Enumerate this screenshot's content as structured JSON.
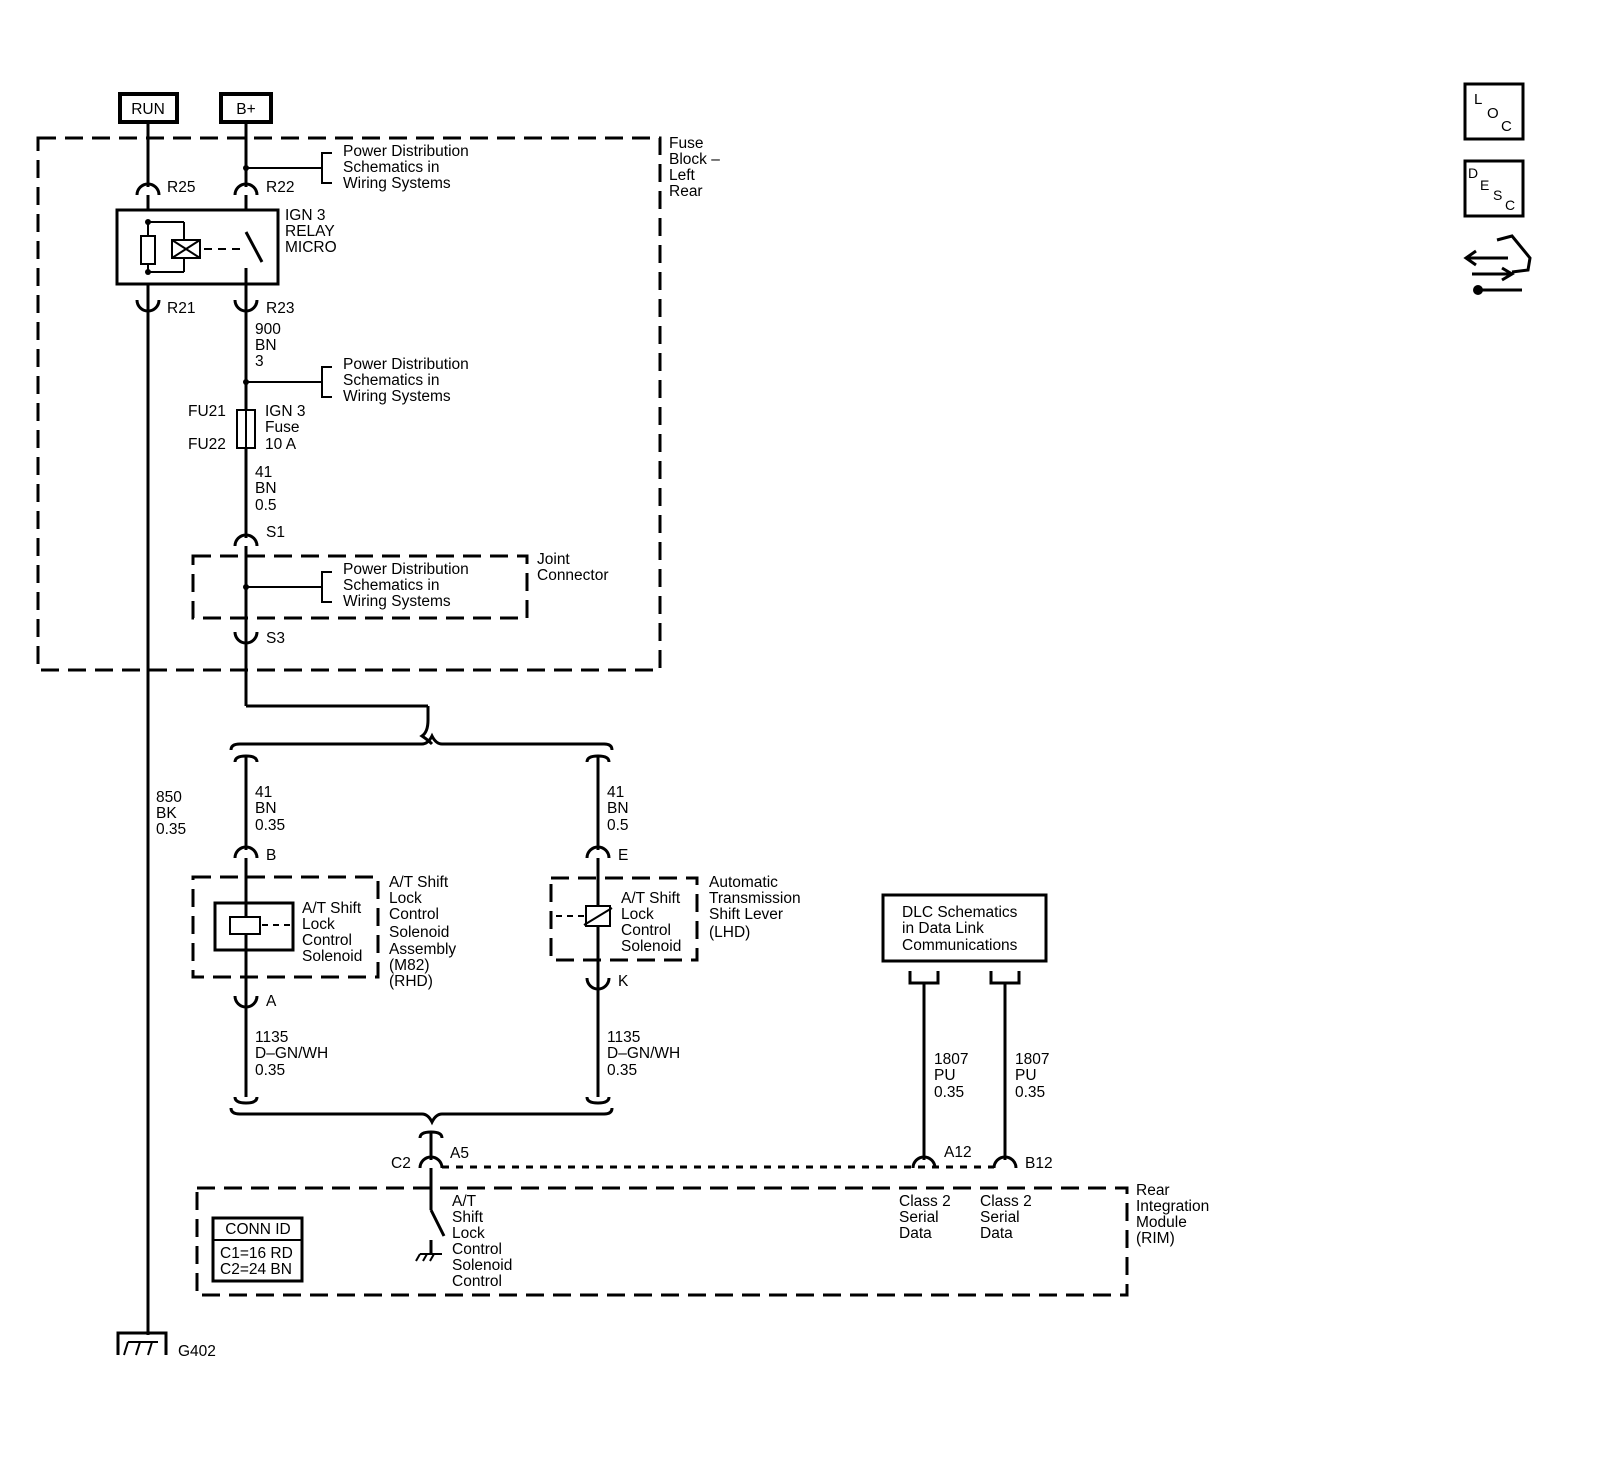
{
  "terminals": {
    "run": "RUN",
    "bplus": "B+"
  },
  "fuse_block": {
    "name": [
      "Fuse",
      "Block –",
      "Left",
      "Rear"
    ],
    "pins": {
      "r25": "R25",
      "r22": "R22",
      "r21": "R21",
      "r23": "R23"
    },
    "relay": [
      "IGN 3",
      "RELAY",
      "MICRO"
    ],
    "fuse_pins": {
      "fu21": "FU21",
      "fu22": "FU22"
    },
    "fuse": [
      "IGN 3",
      "Fuse",
      "10 A"
    ],
    "wire_900": [
      "900",
      "BN",
      "3"
    ],
    "wire_41": [
      "41",
      "BN",
      "0.5"
    ],
    "splices": {
      "s1": "S1",
      "s3": "S3"
    },
    "joint_connector": [
      "Joint",
      "Connector"
    ]
  },
  "power_distribution_ref": [
    "Power Distribution",
    "Schematics in",
    "Wiring Systems"
  ],
  "ground_wire": [
    "850",
    "BK",
    "0.35"
  ],
  "ground": "G402",
  "left_branch": {
    "wire_in": [
      "41",
      "BN",
      "0.35"
    ],
    "pin_in": "B",
    "solenoid": [
      "A/T Shift",
      "Lock",
      "Control",
      "Solenoid"
    ],
    "assembly": [
      "A/T Shift",
      "Lock",
      "Control",
      "Solenoid",
      "Assembly",
      "(M82)",
      "(RHD)"
    ],
    "pin_out": "A",
    "wire_out": [
      "1135",
      "D–GN/WH",
      "0.35"
    ]
  },
  "right_branch": {
    "wire_in": [
      "41",
      "BN",
      "0.5"
    ],
    "pin_in": "E",
    "solenoid": [
      "A/T Shift",
      "Lock",
      "Control",
      "Solenoid"
    ],
    "assembly": [
      "Automatic",
      "Transmission",
      "Shift Lever",
      "(LHD)"
    ],
    "pin_out": "K",
    "wire_out": [
      "1135",
      "D–GN/WH",
      "0.35"
    ]
  },
  "dlc": {
    "label": [
      "DLC Schematics",
      "in Data Link",
      "Communications"
    ],
    "wire_a": [
      "1807",
      "PU",
      "0.35"
    ],
    "wire_b": [
      "1807",
      "PU",
      "0.35"
    ]
  },
  "rim": {
    "name": [
      "Rear",
      "Integration",
      "Module",
      "(RIM)"
    ],
    "conn_c2": "C2",
    "pin_a5": "A5",
    "pin_a12": "A12",
    "pin_b12": "B12",
    "switch_label": [
      "A/T",
      "Shift",
      "Lock",
      "Control",
      "Solenoid",
      "Control"
    ],
    "class2_a": [
      "Class 2",
      "Serial",
      "Data"
    ],
    "class2_b": [
      "Class 2",
      "Serial",
      "Data"
    ],
    "conn_id": {
      "title": "CONN ID",
      "lines": [
        "C1=16 RD",
        "C2=24 BN"
      ]
    }
  },
  "side_icons": {
    "loc": {
      "letters": [
        "L",
        "O",
        "C"
      ],
      "icon": "location-icon"
    },
    "desc": {
      "letters": [
        "D",
        "E",
        "S",
        "C"
      ],
      "icon": "description-icon"
    },
    "diag": {
      "icon": "diagnostic-hand-wrench-icon"
    }
  }
}
